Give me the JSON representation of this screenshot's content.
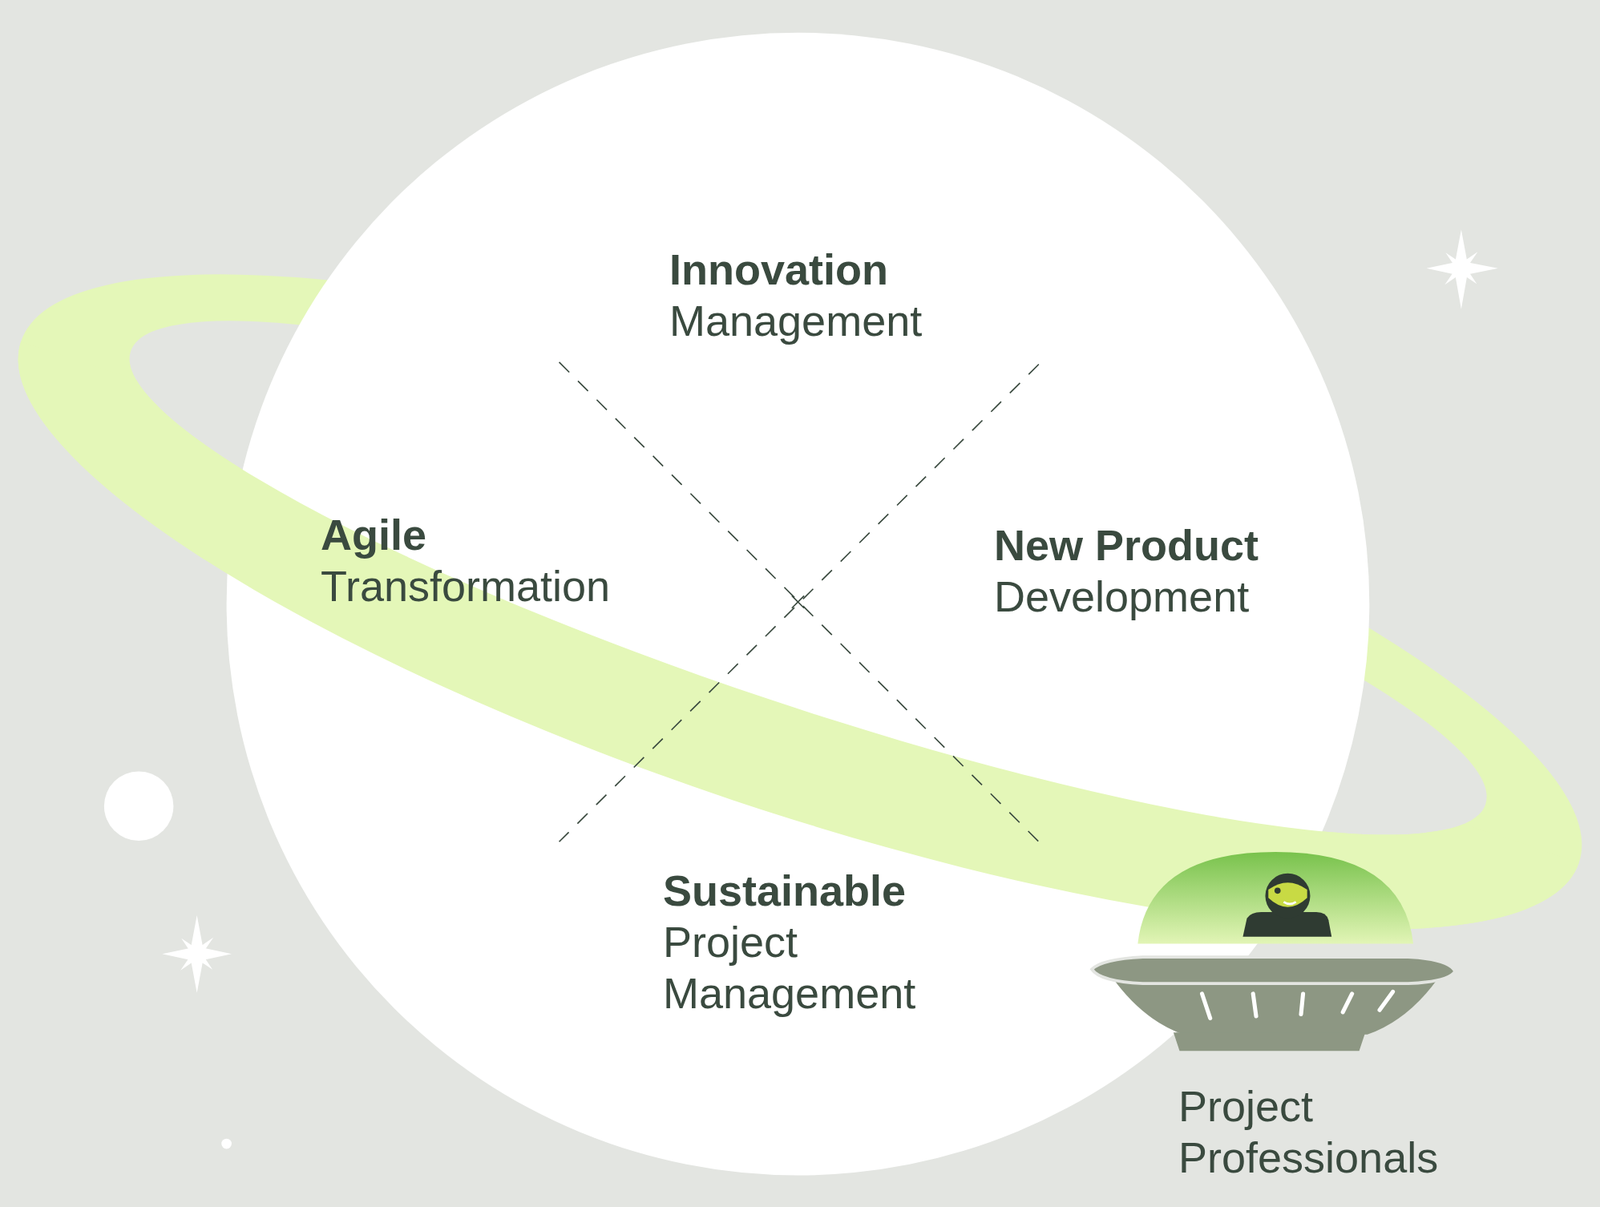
{
  "diagram": {
    "labels": [
      "Innovation",
      "Management",
      "Agile",
      "Transformation",
      "New Product",
      "Development",
      "Sustainable",
      "Project Management",
      "Project Professionals"
    ]
  }
}
